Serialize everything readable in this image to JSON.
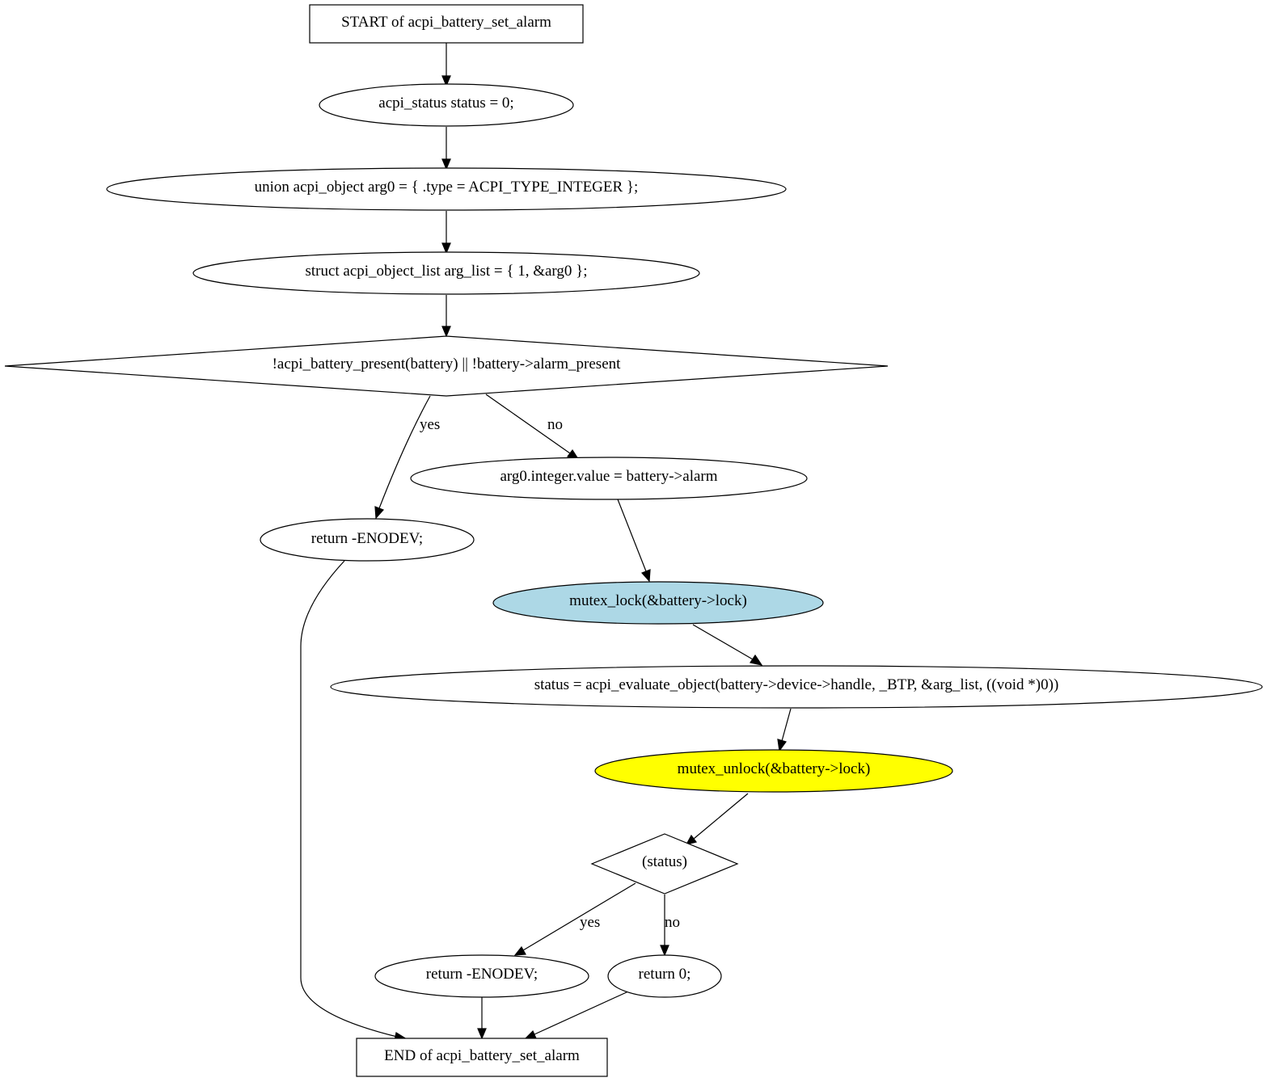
{
  "diagram": {
    "nodes": {
      "start": {
        "label": "START of acpi_battery_set_alarm",
        "shape": "box"
      },
      "status_init": {
        "label": "acpi_status status = 0;",
        "shape": "ellipse"
      },
      "arg0_init": {
        "label": "union acpi_object arg0 = { .type = ACPI_TYPE_INTEGER };",
        "shape": "ellipse"
      },
      "arg_list_init": {
        "label": "struct acpi_object_list arg_list = { 1, &arg0 };",
        "shape": "ellipse"
      },
      "presence_check": {
        "label": "!acpi_battery_present(battery) || !battery->alarm_present",
        "shape": "diamond"
      },
      "return_enodev_1": {
        "label": "return -ENODEV;",
        "shape": "ellipse"
      },
      "set_alarm_value": {
        "label": "arg0.integer.value = battery->alarm",
        "shape": "ellipse"
      },
      "mutex_lock": {
        "label": "mutex_lock(&battery->lock)",
        "shape": "ellipse",
        "fill": "#add8e6"
      },
      "evaluate_object": {
        "label": "status = acpi_evaluate_object(battery->device->handle, _BTP, &arg_list, ((void *)0))",
        "shape": "ellipse"
      },
      "mutex_unlock": {
        "label": "mutex_unlock(&battery->lock)",
        "shape": "ellipse",
        "fill": "#ffff00"
      },
      "status_check": {
        "label": "(status)",
        "shape": "diamond"
      },
      "return_enodev_2": {
        "label": "return -ENODEV;",
        "shape": "ellipse"
      },
      "return_zero": {
        "label": "return 0;",
        "shape": "ellipse"
      },
      "end": {
        "label": "END of acpi_battery_set_alarm",
        "shape": "box"
      }
    },
    "edges": {
      "presence_yes": {
        "from": "presence_check",
        "to": "return_enodev_1",
        "label": "yes"
      },
      "presence_no": {
        "from": "presence_check",
        "to": "set_alarm_value",
        "label": "no"
      },
      "status_yes": {
        "from": "status_check",
        "to": "return_enodev_2",
        "label": "yes"
      },
      "status_no": {
        "from": "status_check",
        "to": "return_zero",
        "label": "no"
      }
    }
  }
}
